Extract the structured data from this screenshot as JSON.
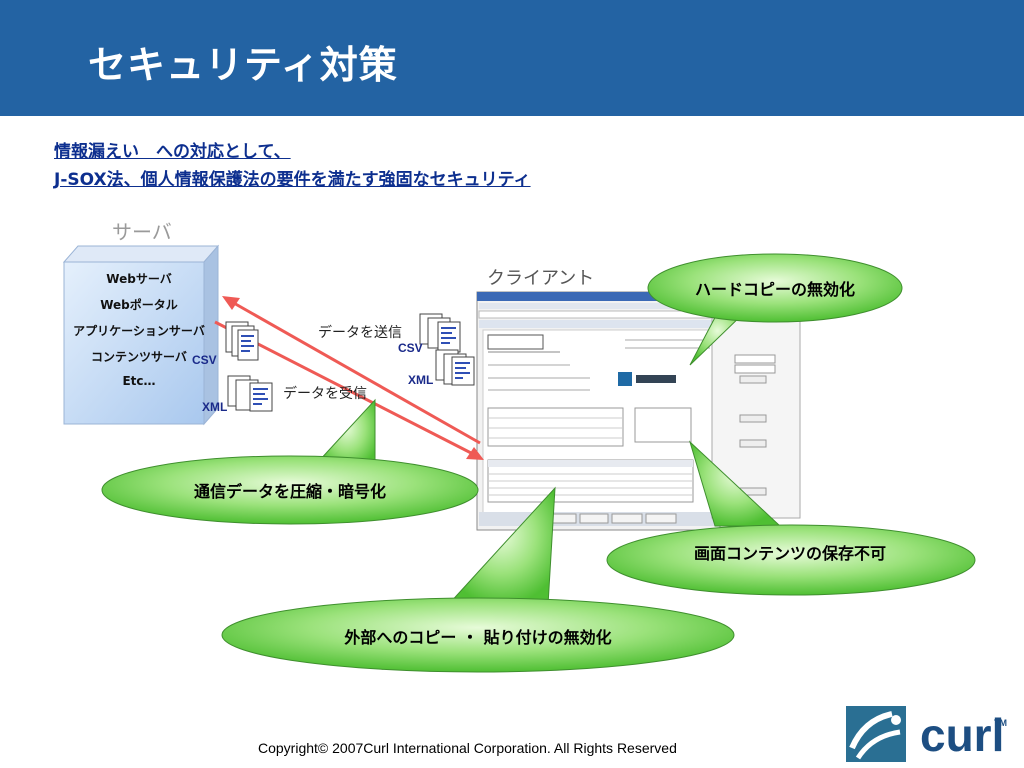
{
  "slide": {
    "title": "セキュリティ対策",
    "intro_line1": "情報漏えい　への対応として、",
    "intro_line2": "J-SOX法、個人情報保護法の要件を満たす強固なセキュリティ",
    "copyright": "Copyright© 2007Curl International Corporation. All Rights Reserved"
  },
  "server": {
    "label": "サーバ",
    "items": [
      "Webサーバ",
      "Webポータル",
      "アプリケーションサーバ",
      "コンテンツサーバ",
      "Etc…"
    ]
  },
  "client": {
    "label": "クライアント"
  },
  "flows": {
    "send_label": "データを送信",
    "receive_label": "データを受信",
    "csv": "CSV",
    "xml": "XML"
  },
  "callouts": {
    "hardcopy": "ハードコピーの無効化",
    "compress": "通信データを圧縮・暗号化",
    "save": "画面コンテンツの保存不可",
    "copy_paste": "外部へのコピー ・ 貼り付けの無効化"
  },
  "logo": {
    "text": "curl",
    "tm": "TM"
  },
  "colors": {
    "header": "#2363a3",
    "callout": "#66d04a",
    "arrow": "#ef5a55",
    "server_box": "#c5daf4"
  }
}
